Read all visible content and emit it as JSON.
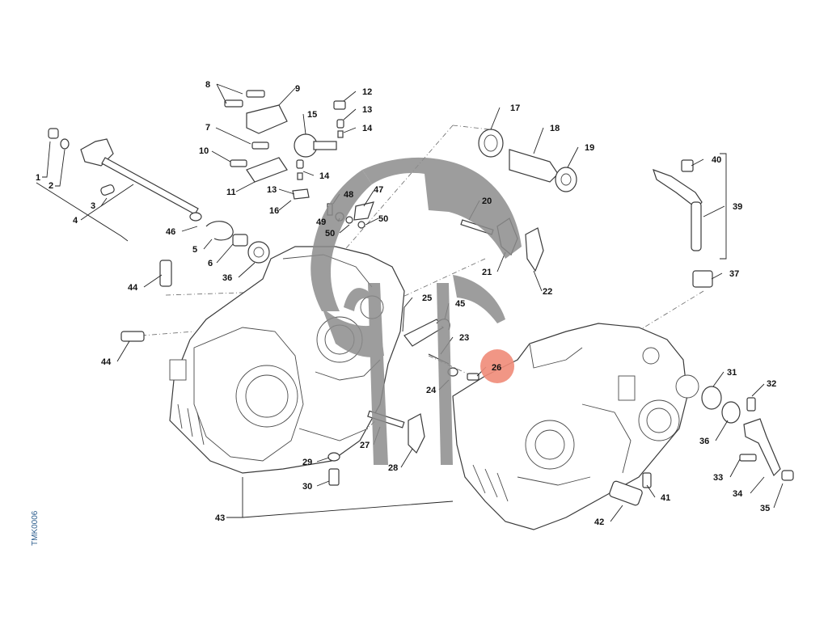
{
  "drawing": {
    "code": "TMK0006",
    "highlight_color": "#f08b78",
    "watermark_color": "#8c8c8c",
    "highlighted": "26"
  },
  "callouts": {
    "c1": "1",
    "c2": "2",
    "c3": "3",
    "c4": "4",
    "c5": "5",
    "c6": "6",
    "c7": "7",
    "c8": "8",
    "c9": "9",
    "c10": "10",
    "c11": "11",
    "c12": "12",
    "c13a": "13",
    "c13b": "13",
    "c14a": "14",
    "c14b": "14",
    "c15": "15",
    "c16": "16",
    "c17": "17",
    "c18": "18",
    "c19": "19",
    "c20": "20",
    "c21": "21",
    "c22": "22",
    "c23": "23",
    "c24": "24",
    "c25": "25",
    "c26": "26",
    "c27": "27",
    "c28": "28",
    "c29": "29",
    "c30": "30",
    "c31": "31",
    "c32": "32",
    "c33": "33",
    "c34": "34",
    "c35": "35",
    "c36a": "36",
    "c36b": "36",
    "c37": "37",
    "c39": "39",
    "c40": "40",
    "c41": "41",
    "c42": "42",
    "c43": "43",
    "c44a": "44",
    "c44b": "44",
    "c45": "45",
    "c46": "46",
    "c47": "47",
    "c48": "48",
    "c49": "49",
    "c50a": "50",
    "c50b": "50"
  }
}
